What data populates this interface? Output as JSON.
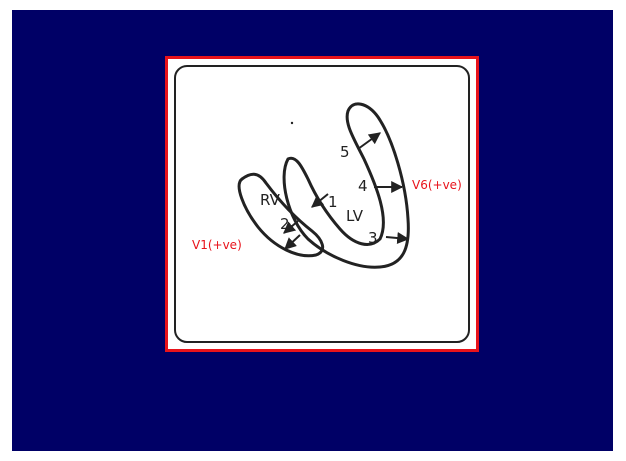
{
  "diagram": {
    "cavity_labels": [
      "RV",
      "LV"
    ],
    "vector_numbers": [
      "1",
      "2",
      "3",
      "4",
      "5"
    ],
    "lead_labels": {
      "v6": "V6(+ve)",
      "v1": "V1(+ve)"
    }
  },
  "colors": {
    "background": "#000066",
    "frame_border": "#e8131b",
    "annotation": "#e8131b",
    "ink": "#222222"
  }
}
